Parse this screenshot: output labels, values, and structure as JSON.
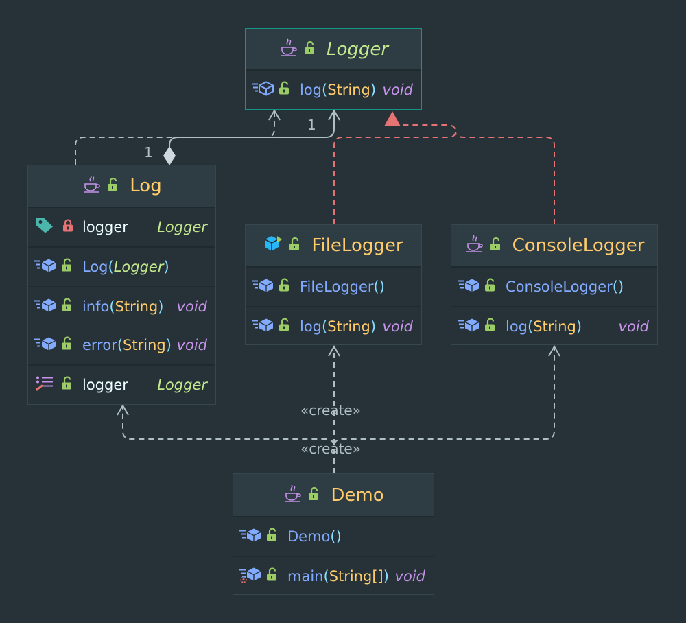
{
  "diagram_type": "uml-class-diagram",
  "colors": {
    "background": "#263238",
    "class_header": "#2e3c43",
    "class_name": "#ffcb6b",
    "interface_name": "#c3e88d",
    "interface_border": "#159488",
    "method": "#82aaff",
    "type": "#ffcb6b",
    "void": "#c792ea",
    "realization_edge": "#e57373",
    "dependency_edge": "#b0bec5"
  },
  "classes": {
    "logger": {
      "name": "Logger",
      "kind": "interface",
      "icon": "java-icon",
      "methods": [
        {
          "name": "log",
          "paren_open": "(",
          "params": "String",
          "paren_close": ")",
          "return": "void"
        }
      ]
    },
    "log": {
      "name": "Log",
      "kind": "class",
      "icon": "java-icon",
      "fields": [
        {
          "name": "logger",
          "type": "Logger",
          "visibility": "private"
        }
      ],
      "constructors": [
        {
          "name": "Log",
          "paren_open": "(",
          "params": "Logger",
          "paren_close": ")"
        }
      ],
      "methods": [
        {
          "name": "info",
          "paren_open": "(",
          "params": "String",
          "paren_close": ")",
          "return": "void"
        },
        {
          "name": "error",
          "paren_open": "(",
          "params": "String",
          "paren_close": ")",
          "return": "void"
        }
      ],
      "properties": [
        {
          "name": "logger",
          "type": "Logger"
        }
      ]
    },
    "file_logger": {
      "name": "FileLogger",
      "kind": "class",
      "icon": "cube-icon",
      "constructors": [
        {
          "name": "FileLogger",
          "parens": "()"
        }
      ],
      "methods": [
        {
          "name": "log",
          "paren_open": "(",
          "params": "String",
          "paren_close": ")",
          "return": "void"
        }
      ]
    },
    "console_logger": {
      "name": "ConsoleLogger",
      "kind": "class",
      "icon": "java-icon",
      "constructors": [
        {
          "name": "ConsoleLogger",
          "parens": "()"
        }
      ],
      "methods": [
        {
          "name": "log",
          "paren_open": "(",
          "params": "String",
          "paren_close": ")",
          "return": "void"
        }
      ]
    },
    "demo": {
      "name": "Demo",
      "kind": "class",
      "icon": "java-icon",
      "constructors": [
        {
          "name": "Demo",
          "parens": "()"
        }
      ],
      "methods": [
        {
          "name": "main",
          "paren_open": "(",
          "params": "String[]",
          "paren_close": ")",
          "return": "void",
          "static": true
        }
      ]
    }
  },
  "relations": [
    {
      "from": "Log",
      "to": "Logger",
      "type": "dependency"
    },
    {
      "from": "Log",
      "to": "Logger",
      "type": "composition",
      "source_multiplicity": "1",
      "target_multiplicity": "1"
    },
    {
      "from": "FileLogger",
      "to": "Logger",
      "type": "realization"
    },
    {
      "from": "ConsoleLogger",
      "to": "Logger",
      "type": "realization"
    },
    {
      "from": "Demo",
      "to": "Log",
      "type": "create"
    },
    {
      "from": "Demo",
      "to": "FileLogger",
      "type": "create",
      "label": "«create»"
    },
    {
      "from": "Demo",
      "to": "ConsoleLogger",
      "type": "create",
      "label": "«create»"
    }
  ]
}
